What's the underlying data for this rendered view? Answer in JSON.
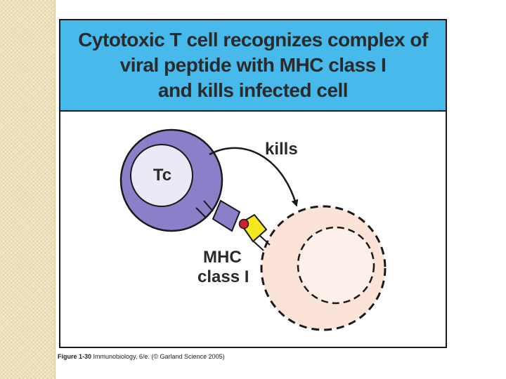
{
  "title": {
    "lines": [
      "Cytotoxic T cell recognizes complex of",
      "viral peptide with MHC class I",
      "and kills infected cell"
    ]
  },
  "diagram": {
    "t_cell_label": "Tc",
    "kills_label": "kills",
    "mhc_label_line1": "MHC",
    "mhc_label_line2": "class I"
  },
  "caption": {
    "figure_number": "Figure 1-30",
    "source": "Immunobiology, 6/e. (© Garland Science 2005)"
  },
  "colors": {
    "title_band": "#47b9ea",
    "t_cell_outer": "#8a7fc9",
    "t_cell_nucleus": "#ebe9f6",
    "tcr": "#8a7fc9",
    "mhc": "#f3e81e",
    "peptide": "#d0202e",
    "infected_cell": "#fbe3d8"
  }
}
